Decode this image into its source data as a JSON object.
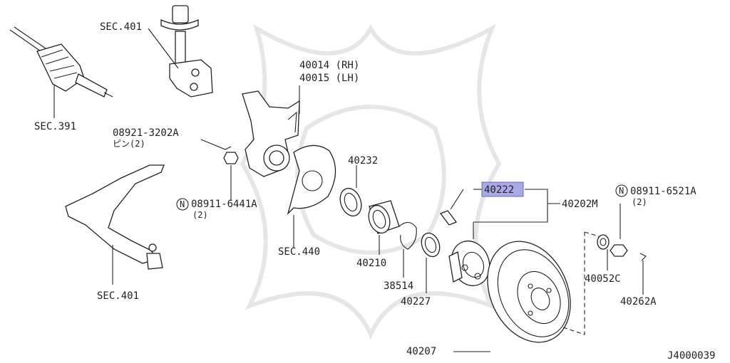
{
  "colors": {
    "highlight": "#a9a9e6",
    "ink": "#222222",
    "watermark": "#e6e6e6"
  },
  "labels": {
    "sec401_top": "SEC.401",
    "sec391": "SEC.391",
    "knuckle_rh": "40014 (RH)",
    "knuckle_lh": "40015 (LH)",
    "pin_code": "08921-3202A",
    "pin_qty": "ピン(2)",
    "nut_left_code": "08911-6441A",
    "nut_left_qty": "(2)",
    "sec440": "SEC.440",
    "sec401_bottom": "SEC.401",
    "p40232": "40232",
    "p40210": "40210",
    "p38514": "38514",
    "p40227": "40227",
    "p40222": "40222",
    "p40202m": "40202M",
    "nut_right_code": "08911-6521A",
    "nut_right_qty": "(2)",
    "p40052c": "40052C",
    "p40262a": "40262A",
    "p40207": "40207",
    "figure_code": "J4000039",
    "n_mark": "N"
  }
}
